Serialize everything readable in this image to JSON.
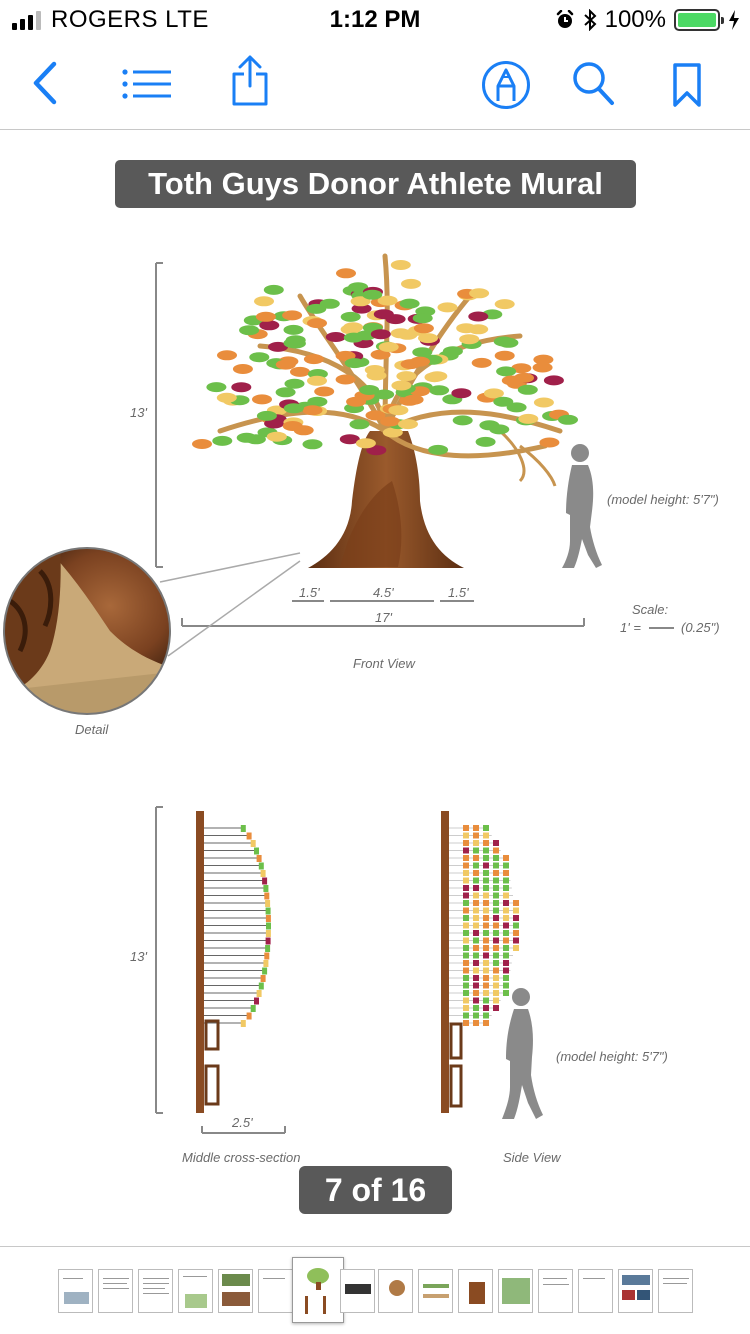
{
  "status_bar": {
    "carrier": "ROGERS  LTE",
    "time": "1:12 PM",
    "battery_percent": "100%",
    "battery_level": 1.0,
    "signal_bars_filled": 3,
    "icons": [
      "alarm-icon",
      "bluetooth-icon",
      "charging-bolt-icon"
    ]
  },
  "toolbar": {
    "back": "chevron-left-icon",
    "outline": "list-icon",
    "share": "share-icon",
    "markup": "markup-pen-icon",
    "search": "search-icon",
    "bookmark": "bookmark-icon",
    "accent_color": "#1a7ff5"
  },
  "document": {
    "title": "Toth Guys Donor Athlete Mural",
    "front_view": {
      "height_label": "13'",
      "model_label": "(model height: 5'7\")",
      "dim_left": "1.5'",
      "dim_mid": "4.5'",
      "dim_right": "1.5'",
      "width_label": "17'",
      "scale_label": "Scale:",
      "scale_value": "1' =",
      "scale_value_after": "(0.25\")",
      "caption": "Front View",
      "detail_caption": "Detail"
    },
    "side_section": {
      "height_label": "13'",
      "depth_label": "2.5'",
      "cross_caption": "Middle cross-section",
      "side_caption": "Side View",
      "model_label": "(model height: 5'7\")"
    },
    "colors": {
      "leaf_green": "#6cbf4a",
      "leaf_orange": "#e98d3c",
      "leaf_yellow": "#f1c964",
      "leaf_maroon": "#a0204a",
      "trunk": "#8a4b22",
      "silhouette": "#8a8a8a"
    }
  },
  "pager": {
    "label": "7 of 16",
    "current": 7,
    "total": 16
  }
}
